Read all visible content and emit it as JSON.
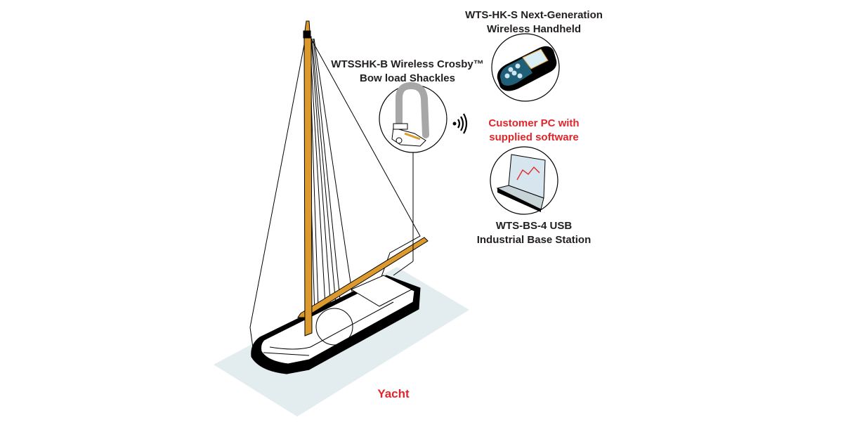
{
  "diagram": {
    "title": "Wireless shackle monitoring system on a yacht",
    "labels": {
      "handheld_line1": "WTS-HK-S Next-Generation",
      "handheld_line2": "Wireless Handheld",
      "shackle_line1": "WTSSHK-B Wireless Crosby™",
      "shackle_line2": "Bow load Shackles",
      "pc_line1": "Customer PC with",
      "pc_line2": "supplied software",
      "base_line1": "WTS-BS-4 USB",
      "base_line2": "Industrial Base Station",
      "yacht": "Yacht"
    },
    "icons": {
      "handheld": "wireless-handheld-icon",
      "shackle": "bow-shackle-icon",
      "signal": "wireless-signal-icon",
      "base_station": "laptop-base-station-icon",
      "vessel": "sailing-yacht-illustration"
    },
    "colors": {
      "accent_red": "#e0262b",
      "mast_orange": "#dc9a2e",
      "water": "#e3edf0",
      "handheld_teal": "#1f5f78",
      "text_dark": "#231f20"
    }
  }
}
